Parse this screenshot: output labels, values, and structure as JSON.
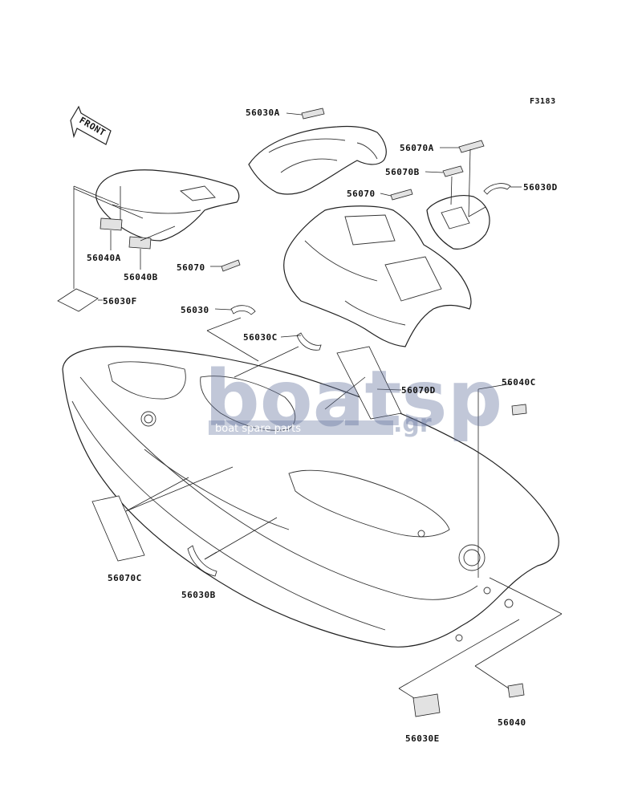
{
  "figure_code": "F3183",
  "front_label": "FRONT",
  "watermark": {
    "brand": "boatsp",
    "tagline": "boat spare parts",
    "suffix": ".gr"
  },
  "part_labels": {
    "p56030A": "56030A",
    "p56070A": "56070A",
    "p56070B": "56070B",
    "p56030D": "56030D",
    "p56070_top": "56070",
    "p56040A": "56040A",
    "p56040B": "56040B",
    "p56070_mid": "56070",
    "p56030F": "56030F",
    "p56030": "56030",
    "p56030C": "56030C",
    "p56070D": "56070D",
    "p56040C": "56040C",
    "p56070C": "56070C",
    "p56030B": "56030B",
    "p56030E": "56030E",
    "p56040": "56040"
  }
}
